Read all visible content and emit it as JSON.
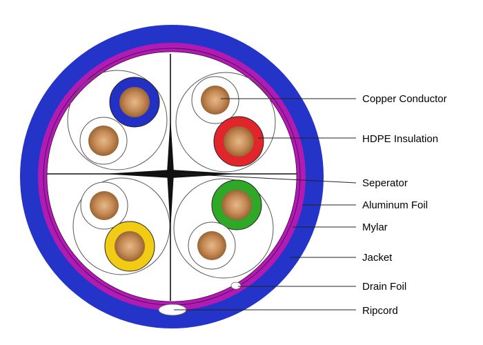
{
  "labels": {
    "copper_conductor": "Copper Conductor",
    "hdpe_insulation": "HDPE Insulation",
    "separator": "Seperator",
    "aluminum_foil": "Aluminum Foil",
    "mylar": "Mylar",
    "jacket": "Jacket",
    "drain_foil": "Drain Foil",
    "ripcord": "Ripcord"
  },
  "colors": {
    "jacket": "#2433c8",
    "foil": "#b21ab4",
    "insulation_blue": "#2330c4",
    "insulation_red": "#e0262b",
    "insulation_green": "#2ea826",
    "insulation_yellow": "#f2cc14",
    "copper": "#c58a55"
  }
}
